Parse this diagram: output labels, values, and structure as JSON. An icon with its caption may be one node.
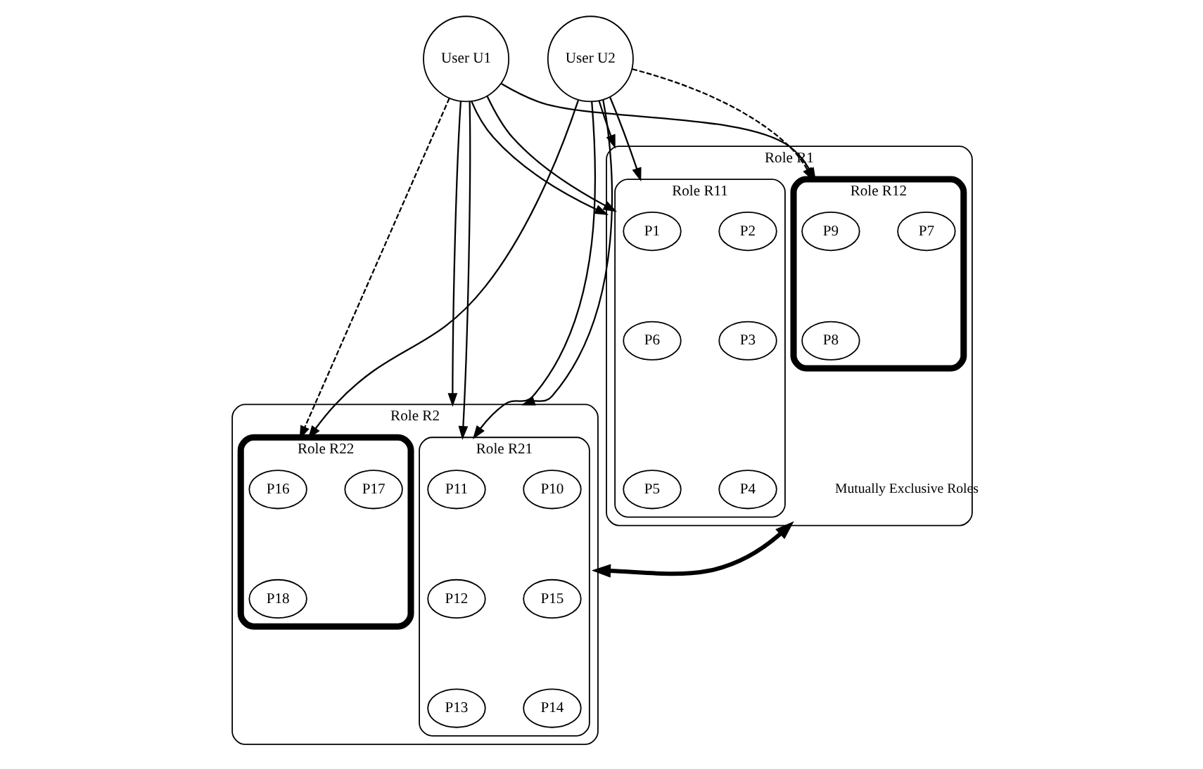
{
  "diagram": {
    "nodes": [
      {
        "text": [
          "User U1"
        ]
      },
      {
        "text": [
          "User U2"
        ]
      },
      {
        "text": [
          "Role R1"
        ]
      },
      {
        "text": [
          "Role R11"
        ],
        "in": 2
      },
      {
        "text": [
          "P1"
        ],
        "in": 3
      },
      {
        "text": [
          "P2"
        ],
        "in": 3
      },
      {
        "text": [
          "P6"
        ],
        "in": 3
      },
      {
        "text": [
          "P3"
        ],
        "in": 3
      },
      {
        "text": [
          "P5"
        ],
        "in": 3
      },
      {
        "text": [
          "P4"
        ],
        "in": 3
      },
      {
        "text": [
          "Role R12"
        ],
        "in": 2
      },
      {
        "text": [
          "P9"
        ],
        "in": 10
      },
      {
        "text": [
          "P7"
        ],
        "in": 10
      },
      {
        "text": [
          "P8"
        ],
        "in": 10
      },
      {
        "text": [
          "Role R2"
        ]
      },
      {
        "text": [
          "Role R21"
        ],
        "in": 14
      },
      {
        "text": [
          "P11"
        ],
        "in": 15
      },
      {
        "text": [
          "P10"
        ],
        "in": 15
      },
      {
        "text": [
          "P12"
        ],
        "in": 15
      },
      {
        "text": [
          "P15"
        ],
        "in": 15
      },
      {
        "text": [
          "P13"
        ],
        "in": 15
      },
      {
        "text": [
          "P14"
        ],
        "in": 15
      },
      {
        "text": [
          "Role R22"
        ],
        "in": 14
      },
      {
        "text": [
          "P16"
        ],
        "in": 22
      },
      {
        "text": [
          "P17"
        ],
        "in": 22
      },
      {
        "text": [
          "P18"
        ],
        "in": 22
      }
    ],
    "edges": [
      {
        "from": 0,
        "to": 2,
        "arrow": "to"
      },
      {
        "from": 0,
        "to": 3,
        "arrow": "to"
      },
      {
        "from": 0,
        "to": 10,
        "arrow": "to"
      },
      {
        "from": 0,
        "to": 14,
        "arrow": "to"
      },
      {
        "from": 0,
        "to": 15,
        "arrow": "to"
      },
      {
        "from": 0,
        "to": 22,
        "arrow": "to",
        "style": "dashed"
      },
      {
        "from": 1,
        "to": 2,
        "arrow": "to"
      },
      {
        "from": 1,
        "to": 3,
        "arrow": "to"
      },
      {
        "from": 1,
        "to": 10,
        "arrow": "to",
        "style": "dashed"
      },
      {
        "from": 1,
        "to": 15,
        "arrow": "to"
      },
      {
        "from": 1,
        "to": 14,
        "arrow": "to"
      },
      {
        "from": 1,
        "to": 22,
        "arrow": "to"
      },
      {
        "from": 2,
        "to": 14,
        "arrow": "both",
        "style": "thick",
        "label": "Mutually Exclusive Roles"
      }
    ]
  }
}
